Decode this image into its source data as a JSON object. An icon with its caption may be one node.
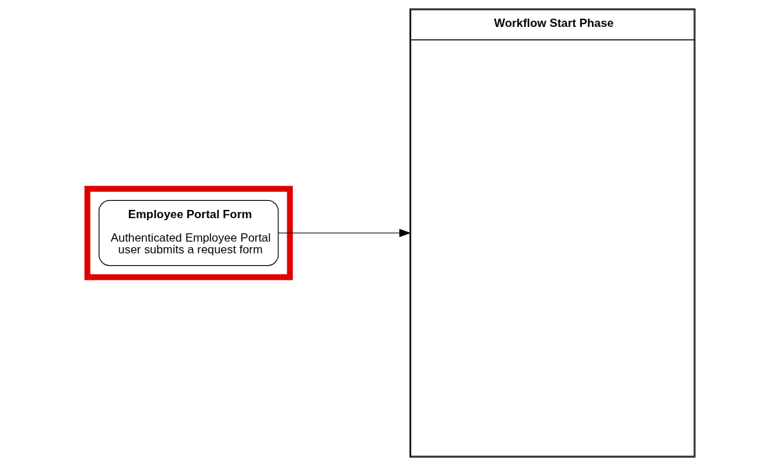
{
  "diagram": {
    "nodes": [
      {
        "text": [],
        "shape": "box"
      },
      {
        "text": [
          "Employee Portal Form",
          "Authenticated Employee Portal user submits a request form"
        ],
        "in": 0
      },
      {
        "text": [
          "Workflow Start Phase"
        ]
      }
    ],
    "edges": [
      {
        "from": 1,
        "to": 2,
        "arrow": "to"
      }
    ]
  }
}
